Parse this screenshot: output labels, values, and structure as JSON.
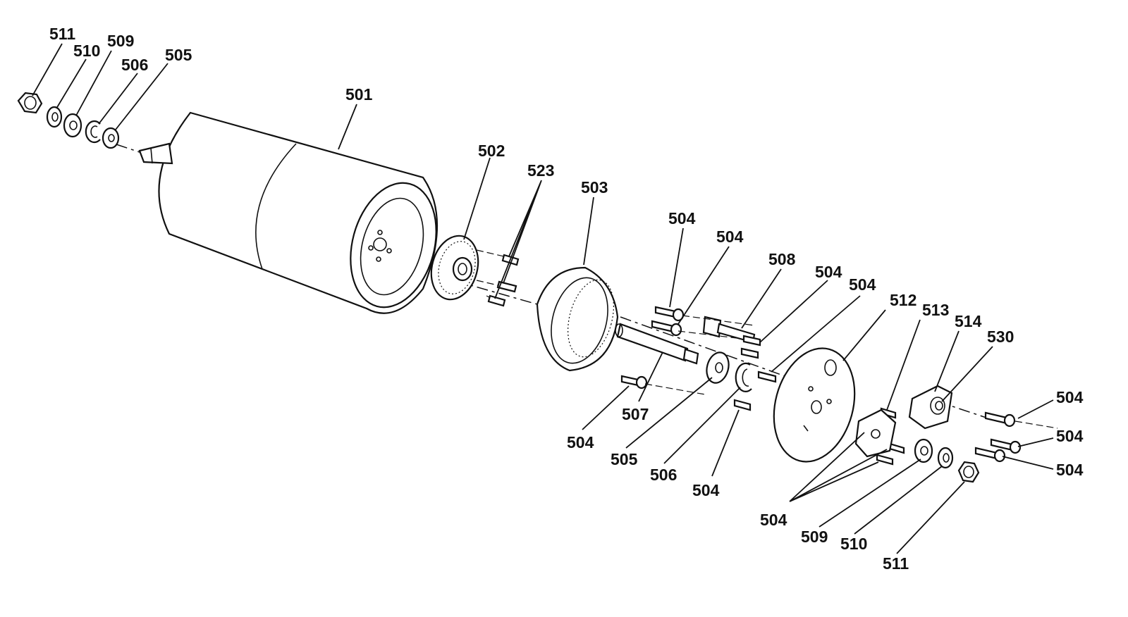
{
  "labels": {
    "l501": "501",
    "l502": "502",
    "l503": "503",
    "l504a": "504",
    "l504b": "504",
    "l504c": "504",
    "l504d": "504",
    "l504e": "504",
    "l504f": "504",
    "l504g": "504",
    "l504h": "504",
    "l504i": "504",
    "l504j": "504",
    "l505a": "505",
    "l505b": "505",
    "l506a": "506",
    "l506b": "506",
    "l507": "507",
    "l508": "508",
    "l509a": "509",
    "l509b": "509",
    "l510a": "510",
    "l510b": "510",
    "l511a": "511",
    "l511b": "511",
    "l512": "512",
    "l513": "513",
    "l514": "514",
    "l523": "523",
    "l530": "530"
  }
}
